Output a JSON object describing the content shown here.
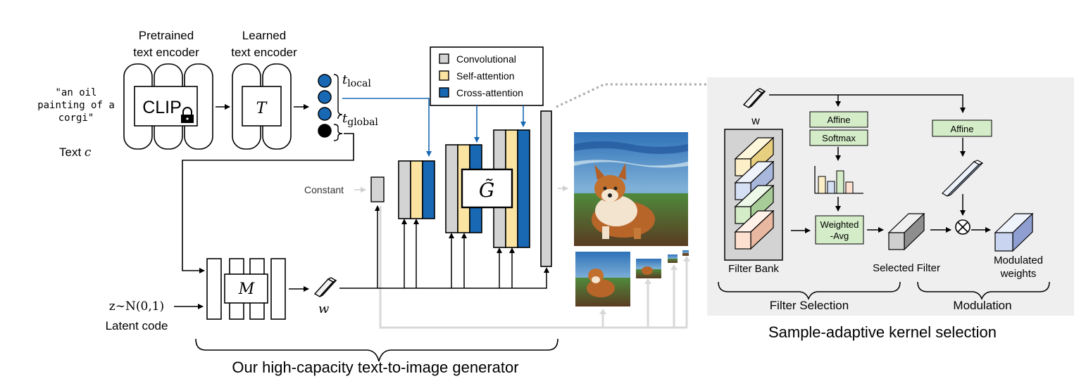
{
  "encoders": {
    "pretrained_title_1": "Pretrained",
    "pretrained_title_2": "text encoder",
    "clip_label": "CLIP",
    "learned_title_1": "Learned",
    "learned_title_2": "text encoder",
    "t_label": "T"
  },
  "prompt": {
    "line1": "\"an oil",
    "line2": "painting of a",
    "line3": "corgi\"",
    "text_label": "Text ",
    "text_var": "c"
  },
  "tokens": {
    "t_local": "t",
    "t_local_sub": "local",
    "t_global": "t",
    "t_global_sub": "global"
  },
  "legend": {
    "items": [
      {
        "label": "Convolutional",
        "color": "#d3d3d3"
      },
      {
        "label": "Self-attention",
        "color": "#fbe3a2"
      },
      {
        "label": "Cross-attention",
        "color": "#1868b4"
      }
    ]
  },
  "generator": {
    "constant_label": "Constant",
    "g_label": "G̃",
    "m_label": "M",
    "w_label": "w",
    "latent_formula": "z∼N(0,1)",
    "latent_label": "Latent code",
    "caption": "Our high-capacity text-to-image generator"
  },
  "kernel": {
    "w_label": "w",
    "affine1": "Affine",
    "softmax": "Softmax",
    "affine2": "Affine",
    "weighted_1": "Weighted",
    "weighted_2": "-Avg",
    "filter_bank": "Filter Bank",
    "selected_filter": "Selected Filter",
    "modulated_1": "Modulated",
    "modulated_2": "weights",
    "filter_selection": "Filter Selection",
    "modulation": "Modulation",
    "caption": "Sample-adaptive kernel selection"
  },
  "colors": {
    "blue": "#1868b4",
    "gray": "#d3d3d3",
    "yellow": "#fbe3a2",
    "green": "#d4ecc8",
    "panel": "#efefef"
  }
}
